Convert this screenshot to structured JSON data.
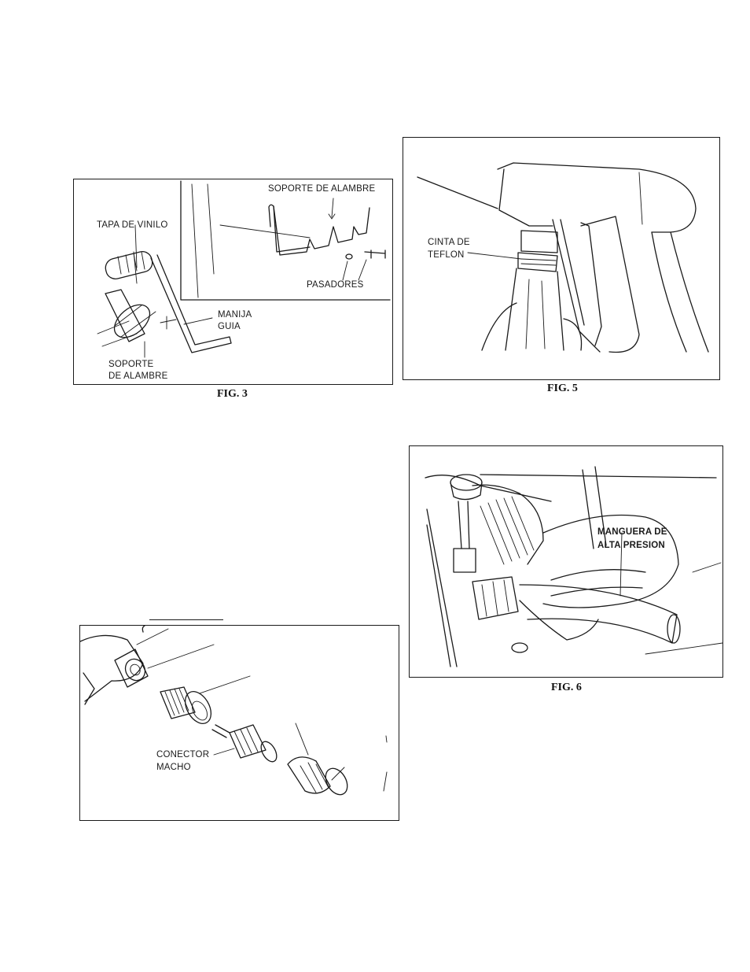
{
  "fig3": {
    "caption": "FIG. 3",
    "labels": {
      "wire_support_top": "SOPORTE DE ALAMBRE",
      "vinyl_cap": "TAPA DE VINILO",
      "pins": "PASADORES",
      "handle_line1": "MANIJA",
      "handle_line2": "GUIA",
      "wire_support_bottom_line1": "SOPORTE",
      "wire_support_bottom_line2": "DE ALAMBRE"
    }
  },
  "fig5": {
    "caption": "FIG. 5",
    "labels": {
      "teflon_line1": "CINTA DE",
      "teflon_line2": "TEFLON"
    }
  },
  "fig6": {
    "caption": "FIG. 6",
    "labels": {
      "hose_line1": "MANGUERA DE",
      "hose_line2": "ALTA PRESION"
    }
  },
  "fig4": {
    "labels": {
      "connector_line1": "CONECTOR",
      "connector_line2": "MACHO"
    }
  }
}
